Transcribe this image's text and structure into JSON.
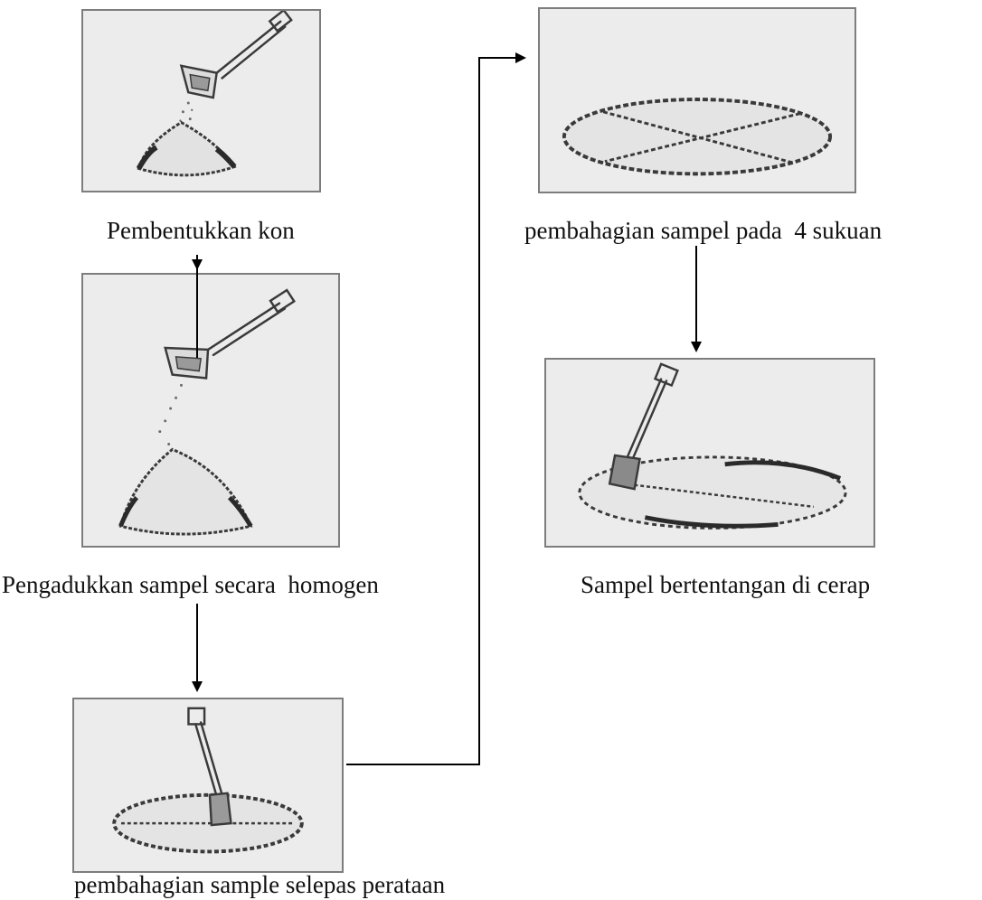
{
  "steps": [
    {
      "id": "step-1",
      "caption": "Pembentukkan kon"
    },
    {
      "id": "step-2",
      "caption": "Pengadukkan sampel secara  homogen"
    },
    {
      "id": "step-3",
      "caption": "pembahagian sample selepas perataan"
    },
    {
      "id": "step-4",
      "caption": "pembahagian sampel pada  4 sukuan"
    },
    {
      "id": "step-5",
      "caption": "Sampel bertentangan di cerap"
    }
  ],
  "colors": {
    "panel_background": "#ececec",
    "panel_border": "#7d7d7d",
    "sketch_ink": "#3a3a3a",
    "arrow": "#000000"
  }
}
